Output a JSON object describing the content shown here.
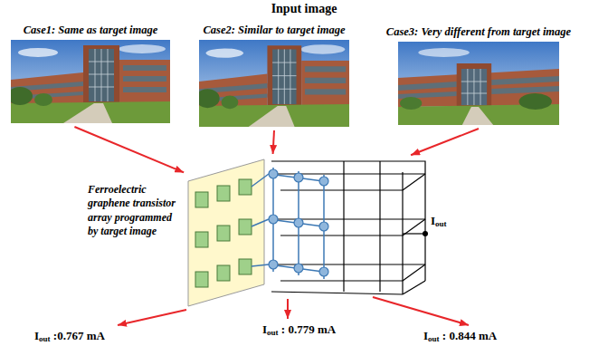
{
  "diagram": {
    "title": "Input image",
    "nodes": [
      {
        "text": [
          "Case1: Same as target image"
        ]
      },
      {
        "text": [
          "Case2: Similar to target image"
        ]
      },
      {
        "text": [
          "Case3: Very different from target image"
        ]
      },
      {
        "text": [
          "Ferroelectric graphene transistor array programmed by target image"
        ]
      }
    ],
    "edges": [
      {
        "from": 0,
        "to": 3,
        "arrow": "to"
      },
      {
        "from": 1,
        "to": 3,
        "arrow": "to"
      },
      {
        "from": 2,
        "to": 3,
        "arrow": "to"
      }
    ],
    "labels": [
      "Iout",
      "Iout :0.767 mA",
      "Iout : 0.779 mA",
      "Iout : 0.844 mA"
    ]
  }
}
